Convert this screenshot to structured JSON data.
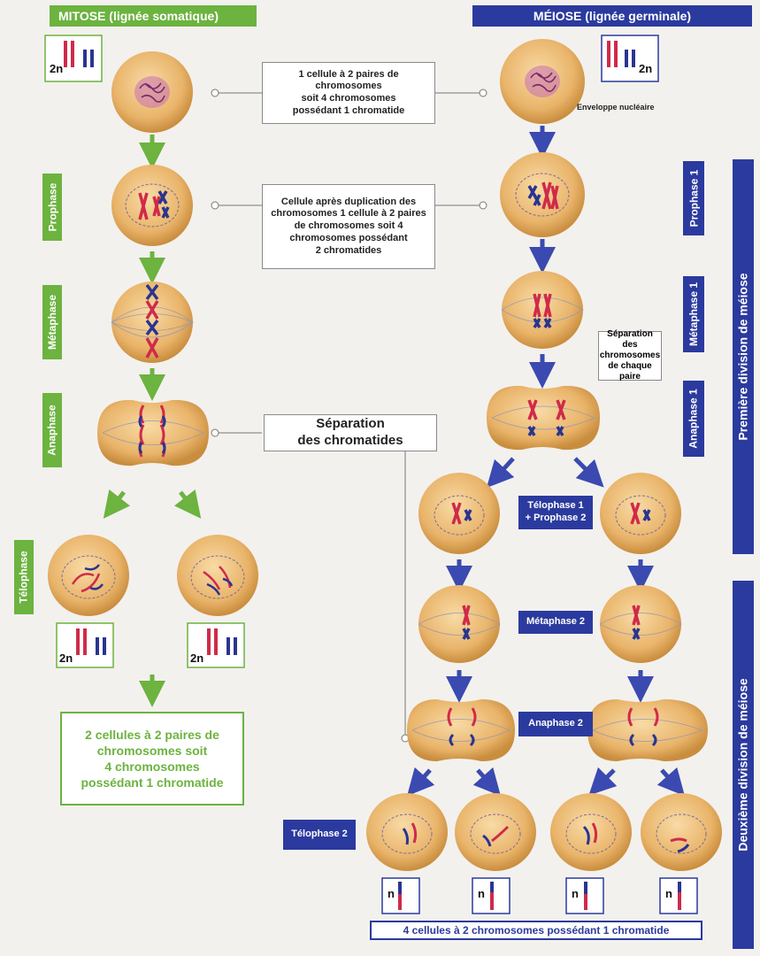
{
  "headers": {
    "mitose": "MITOSE (lignée somatique)",
    "meiose": "MÉIOSE (lignée germinale)"
  },
  "karyotype": {
    "diploid": "2n",
    "haploid": "n"
  },
  "mitose_phases": {
    "prophase": "Prophase",
    "metaphase": "Métaphase",
    "anaphase": "Anaphase",
    "telophase": "Télophase"
  },
  "meiose_phases": {
    "prophase1": "Prophase 1",
    "metaphase1": "Métaphase 1",
    "anaphase1": "Anaphase 1",
    "telophase1_l1": "Télophase 1",
    "telophase1_l2": "+ Prophase 2",
    "metaphase2": "Métaphase 2",
    "anaphase2": "Anaphase 2",
    "telophase2": "Télophase 2"
  },
  "divisions": {
    "first": "Première division de méiose",
    "second": "Deuxième division de méiose"
  },
  "labels": {
    "envelope": "Enveloppe nucléaire",
    "box1": [
      "1 cellule à 2 paires de",
      "chromosomes",
      "soit 4 chromosomes",
      "possédant 1 chromatide"
    ],
    "box2": [
      "Cellule après duplication des",
      "chromosomes 1 cellule à 2 paires",
      "de chromosomes soit 4",
      "chromosomes possédant",
      "2 chromatides"
    ],
    "separation_chromatides": [
      "Séparation",
      "des chromatides"
    ],
    "separation_chromosomes": [
      "Séparation",
      "des",
      "chromosomes",
      "de chaque paire"
    ],
    "mitose_result": [
      "2 cellules à 2 paires de",
      "chromosomes soit",
      "4 chromosomes",
      "possédant 1 chromatide"
    ],
    "meiose_result": "4 cellules à 2 chromosomes possédant 1 chromatide"
  },
  "colors": {
    "green": "#6cb33f",
    "blue": "#2b3a9e",
    "red": "#d02a4a",
    "chrom_blue": "#2a3590",
    "cell": "#e8b36a"
  }
}
